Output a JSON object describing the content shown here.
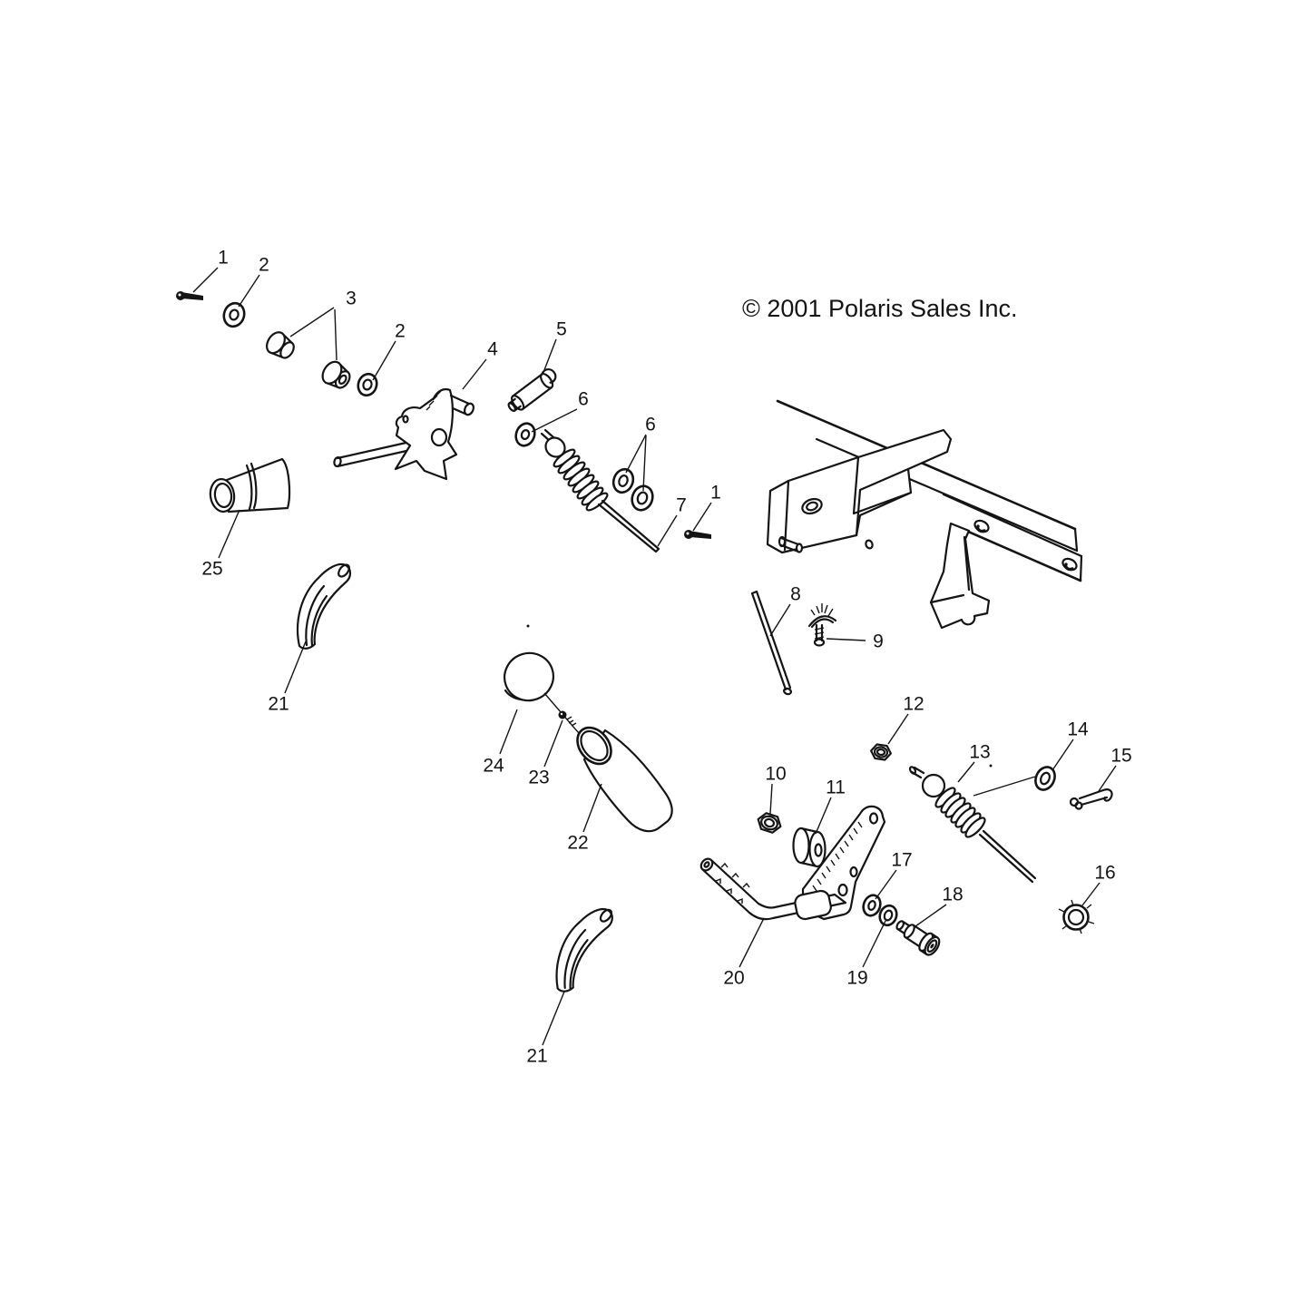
{
  "page": {
    "background": "#ffffff",
    "ink_color": "#141414"
  },
  "copyright": {
    "text": "© 2001 Polaris Sales Inc."
  },
  "callouts": [
    {
      "ref": "1"
    },
    {
      "ref": "2"
    },
    {
      "ref": "3"
    },
    {
      "ref": "2"
    },
    {
      "ref": "4"
    },
    {
      "ref": "5"
    },
    {
      "ref": "6"
    },
    {
      "ref": "6"
    },
    {
      "ref": "7"
    },
    {
      "ref": "1"
    },
    {
      "ref": "8"
    },
    {
      "ref": "9"
    },
    {
      "ref": "10"
    },
    {
      "ref": "11"
    },
    {
      "ref": "12"
    },
    {
      "ref": "13"
    },
    {
      "ref": "14"
    },
    {
      "ref": "15"
    },
    {
      "ref": "16"
    },
    {
      "ref": "17"
    },
    {
      "ref": "18"
    },
    {
      "ref": "19"
    },
    {
      "ref": "20"
    },
    {
      "ref": "21"
    },
    {
      "ref": "22"
    },
    {
      "ref": "23"
    },
    {
      "ref": "24"
    },
    {
      "ref": "25"
    },
    {
      "ref": "21"
    }
  ]
}
